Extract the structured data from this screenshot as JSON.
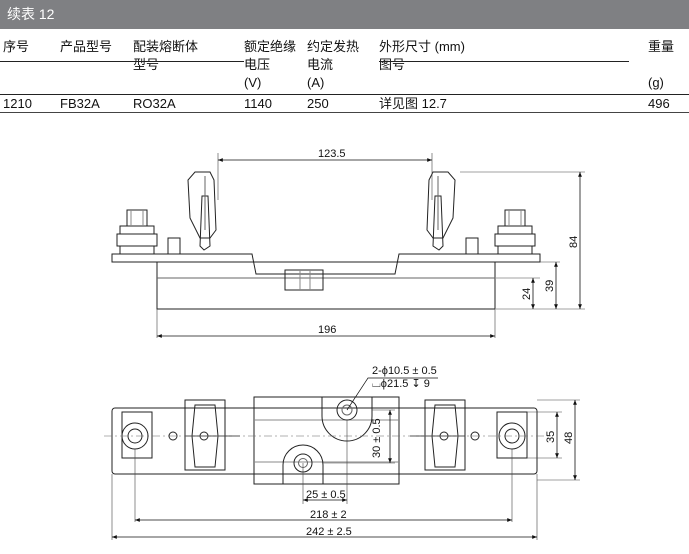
{
  "header": {
    "title": "续表 12"
  },
  "table": {
    "columns": [
      {
        "lines": [
          "序号"
        ]
      },
      {
        "lines": [
          "产品型号"
        ]
      },
      {
        "lines": [
          "配装熔断体",
          "型号"
        ]
      },
      {
        "lines": [
          "额定绝缘",
          "电压",
          "(V)"
        ]
      },
      {
        "lines": [
          "约定发热",
          "电流",
          "(A)"
        ]
      },
      {
        "lines": [
          "外形尺寸 (mm)",
          "图号"
        ]
      },
      {
        "lines": [
          "重量",
          "",
          "(g)"
        ]
      }
    ],
    "rows": [
      [
        "1210",
        "FB32A",
        "RO32A",
        "1140",
        "250",
        "详见图 12.7",
        "496"
      ]
    ]
  },
  "drawing": {
    "front_view": {
      "dim_width_top": "123.5",
      "dim_height_total": "84",
      "dim_height_mid": "39",
      "dim_height_base": "24",
      "dim_width_base": "196"
    },
    "top_view": {
      "hole_note_1": "2-ϕ10.5 ± 0.5",
      "hole_note_2": "⌴ϕ21.5 ↧ 9",
      "dim_vertical_offset": "30 ± 0.5",
      "dim_slot": "25 ± 0.5",
      "dim_pitch": "218 ± 2",
      "dim_length": "242 ± 2.5",
      "dim_inner_height": "35",
      "dim_outer_height": "48"
    }
  }
}
